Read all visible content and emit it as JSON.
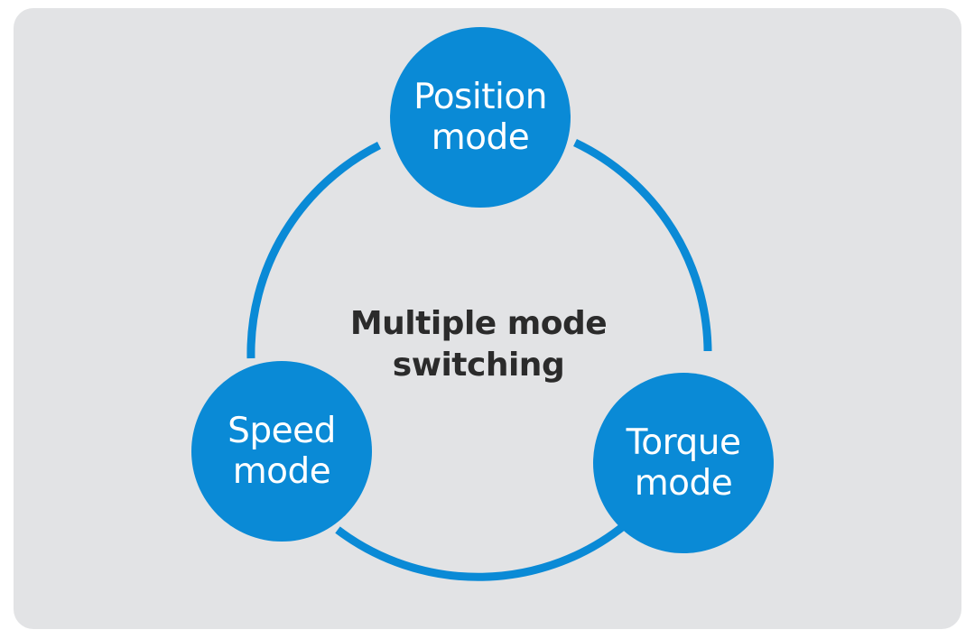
{
  "center": {
    "line1": "Multiple mode",
    "line2": "switching"
  },
  "nodes": {
    "position": {
      "line1": "Position",
      "line2": "mode"
    },
    "speed": {
      "line1": "Speed",
      "line2": "mode"
    },
    "torque": {
      "line1": "Torque",
      "line2": "mode"
    }
  },
  "colors": {
    "background": "#e2e3e5",
    "accent": "#0a8ad6",
    "center_text": "#2b2b2b"
  }
}
